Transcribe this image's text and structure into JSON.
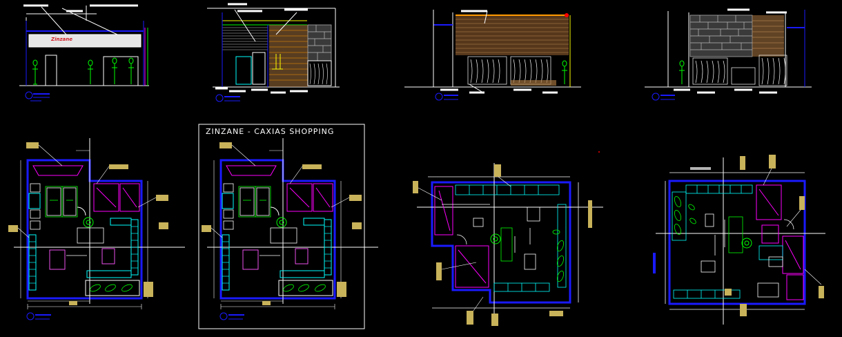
{
  "title": "ZINZANE - CAXIAS SHOPPING",
  "brand_sign": "Zinzane",
  "colors": {
    "background": "#000000",
    "wall_blue": "#1a1aff",
    "magenta": "#ff00ff",
    "cyan": "#00ffff",
    "green": "#00ff00",
    "yellow": "#ffff00",
    "white": "#ffffff",
    "orange": "#ff9a00",
    "khaki": "#c8b25a",
    "wood": "#a0703c",
    "red": "#ff0000"
  },
  "views": [
    {
      "id": "elevation-1",
      "kind": "elevation"
    },
    {
      "id": "elevation-2",
      "kind": "elevation"
    },
    {
      "id": "elevation-3",
      "kind": "elevation"
    },
    {
      "id": "elevation-4",
      "kind": "elevation"
    },
    {
      "id": "plan-1",
      "kind": "floor-plan"
    },
    {
      "id": "plan-2",
      "kind": "floor-plan"
    },
    {
      "id": "plan-3",
      "kind": "floor-plan"
    },
    {
      "id": "plan-4",
      "kind": "floor-plan"
    }
  ]
}
